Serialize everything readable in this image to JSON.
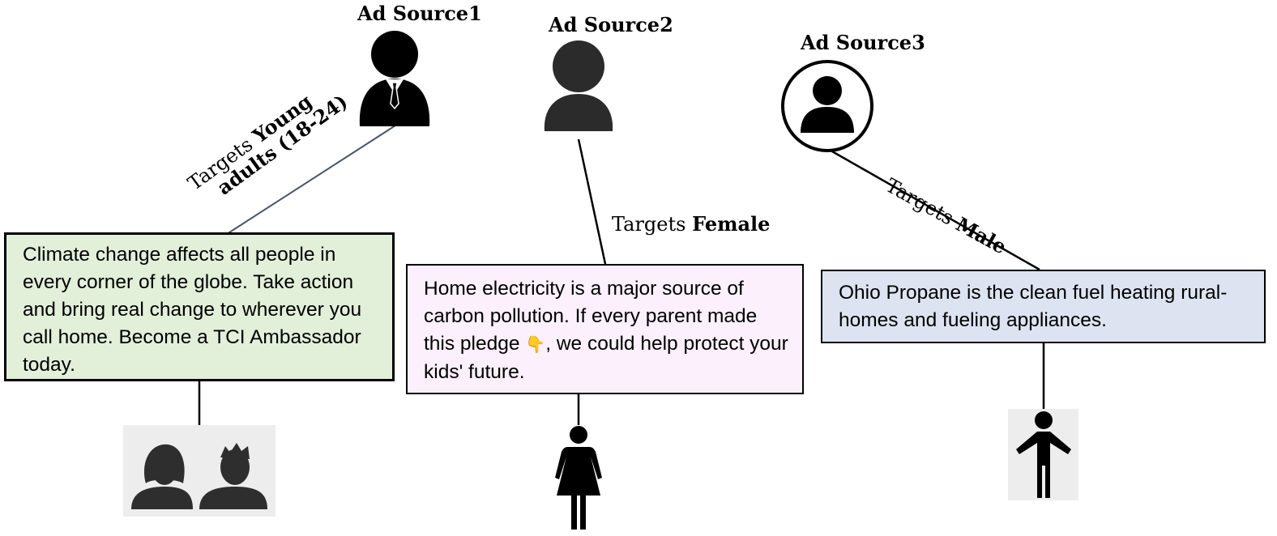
{
  "sources": [
    {
      "title": "Ad Source1"
    },
    {
      "title": "Ad Source2"
    },
    {
      "title": "Ad Source3"
    }
  ],
  "edges": [
    {
      "prefix": "Targets",
      "bold": "Young",
      "bold_line2": "adults (18-24)"
    },
    {
      "prefix": "Targets",
      "bold": "Female"
    },
    {
      "prefix": "Targets",
      "bold": "Male"
    }
  ],
  "ads": [
    {
      "text": "Climate change affects all people in every corner of the globe. Take action and bring real change to wherever you call home. Become a TCI Ambassador today.",
      "bg": "#e2efd9"
    },
    {
      "text_before": "Home electricity is a major source of carbon pollution. If every parent made this pledge",
      "emoji": "👇",
      "text_after": ", we could help protect your kids' future.",
      "bg": "#fbf0fb"
    },
    {
      "text": "Ohio Propane is the clean fuel heating rural-homes and fueling appliances.",
      "bg": "#dde3f0"
    }
  ],
  "icons": {
    "source1": "businessman-icon",
    "source2": "person-silhouette-icon",
    "source3": "person-in-circle-icon",
    "audience1": "young-adults-pair-icon",
    "audience2": "female-figure-icon",
    "audience3": "male-figure-icon"
  },
  "colors": {
    "line": "#000000",
    "line_source1": "#4a5568",
    "audience_bg": "#ededed"
  }
}
